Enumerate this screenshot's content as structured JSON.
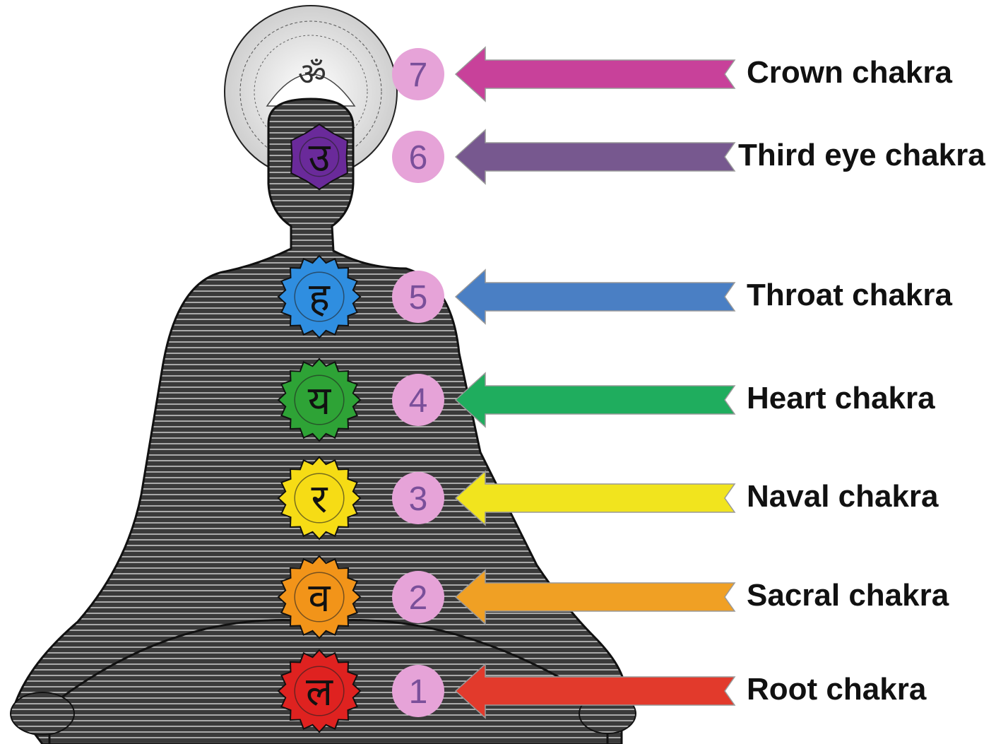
{
  "crown_symbol": "ॐ",
  "chakras": [
    {
      "number": "7",
      "label": "Crown chakra",
      "color": "#c8419a",
      "symbol": "",
      "symbol_color": "#ffffff"
    },
    {
      "number": "6",
      "label": "Third eye chakra",
      "color": "#77588f",
      "symbol": "उ",
      "symbol_color": "#6a2a9a"
    },
    {
      "number": "5",
      "label": "Throat chakra",
      "color": "#4a7fc4",
      "symbol": "ह",
      "symbol_color": "#2f8ee0"
    },
    {
      "number": "4",
      "label": "Heart chakra",
      "color": "#1fad5e",
      "symbol": "य",
      "symbol_color": "#2ea336"
    },
    {
      "number": "3",
      "label": "Naval chakra",
      "color": "#f1e41e",
      "symbol": "र",
      "symbol_color": "#f6dc15"
    },
    {
      "number": "2",
      "label": "Sacral chakra",
      "color": "#f0a024",
      "symbol": "व",
      "symbol_color": "#f29419"
    },
    {
      "number": "1",
      "label": "Root chakra",
      "color": "#e23a2c",
      "symbol": "ल",
      "symbol_color": "#df2220"
    }
  ],
  "number_badge_color": "#e6a3d8"
}
